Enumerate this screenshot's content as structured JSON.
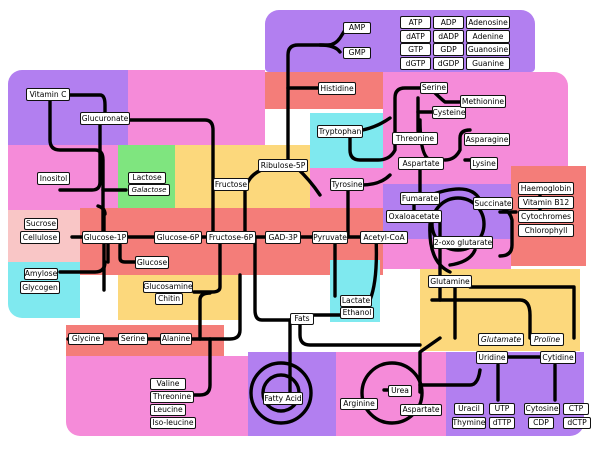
{
  "colors": {
    "pink": "#f58bd9",
    "purple": "#b27ff0",
    "salmon": "#f47d79",
    "cyan": "#7fe9ef",
    "yellow": "#fcd87c",
    "green": "#7fe57f",
    "lightpink": "#f9c6c6",
    "line": "#000000"
  },
  "nodes": {
    "amp": "AMP",
    "gmp": "GMP",
    "atp": "ATP",
    "adp": "ADP",
    "adenosine": "Adenosine",
    "datp": "dATP",
    "dadp": "dADP",
    "adenine": "Adenine",
    "gtp": "GTP",
    "gdp": "GDP",
    "guanosine": "Guanosine",
    "dgtp": "dGTP",
    "dgdp": "dGDP",
    "guanine": "Guanine",
    "vitamin_c": "Vitamin C",
    "glucuronate": "Glucuronate",
    "histidine": "Histidine",
    "serine_top": "Serine",
    "cysteine": "Cysteine",
    "methionine": "Methionine",
    "tryptophan": "Tryptophan",
    "threonine": "Threonine",
    "asparagine": "Asparagine",
    "aspartate": "Aspartate",
    "lysine": "Lysine",
    "inositol": "Inositol",
    "lactose": "Lactose",
    "galactose": "Galactose",
    "ribulose": "Ribulose-5P",
    "fructose": "Fructose",
    "tyrosine": "Tyrosine",
    "fumarate": "Fumarate",
    "succinate": "Succinate",
    "haemoglobin": "Haemoglobin",
    "vitb12": "Vitamin B12",
    "cytochromes": "Cytochromes",
    "chlorophyll": "Chlorophyll",
    "oxaloacetate": "Oxaloacetate",
    "oxoglutarate": "2-oxo glutarate",
    "sucrose": "Sucrose",
    "cellulose": "Cellulose",
    "glucose1p": "Glucose-1P",
    "glucose6p": "Glucose-6P",
    "fructose6p": "Fructose-6P",
    "gad3p": "GAD-3P",
    "pyruvate": "Pyruvate",
    "acetylcoa": "Acetyl-CoA",
    "glucose": "Glucose",
    "glutamine": "Glutamine",
    "amylose": "Amylose",
    "glycogen": "Glycogen",
    "glucosamine": "Glucosamine",
    "chitin": "Chitin",
    "lactate": "Lactate",
    "ethanol": "Ethanol",
    "fats": "Fats",
    "glutamate": "Glutamate",
    "proline": "Proline",
    "glycine": "Glycine",
    "serine_bottom": "Serine",
    "alanine": "Alanine",
    "valine": "Valine",
    "threonine_bottom": "Threonine",
    "leucine": "Leucine",
    "isoleucine": "Iso-leucine",
    "fatty_acid": "Fatty Acid",
    "urea": "Urea",
    "arginine": "Arginine",
    "aspartate_bottom": "Aspartate",
    "uridine": "Uridine",
    "cytidine": "Cytidine",
    "uracil": "Uracil",
    "utp": "UTP",
    "thymine": "Thymine",
    "dttp": "dTTP",
    "cytosine": "Cytosine",
    "ctp": "CTP",
    "cdp": "CDP",
    "dctp": "dCTP"
  }
}
